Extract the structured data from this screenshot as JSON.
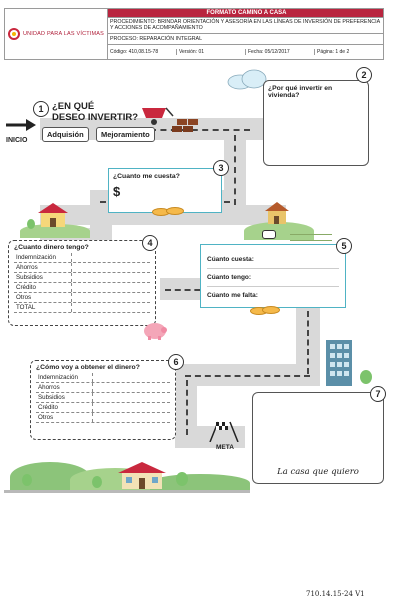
{
  "header": {
    "logo_text": "UNIDAD PARA LAS VÍCTIMAS",
    "format_title": "FORMATO CAMINO A CASA",
    "procedure": "PROCEDIMIENTO: BRINDAR ORIENTACIÓN Y ASESORÍA EN LAS LÍNEAS DE INVERSIÓN DE PREFERENCIA Y ACCIONES DE ACOMPAÑAMIENTO",
    "process": "PROCESO: REPARACIÓN INTEGRAL",
    "code": "Código: 410,08.15-78",
    "version": "Versión: 01",
    "date": "Fecha: 05/12/2017",
    "page": "Página: 1 de 2"
  },
  "start": {
    "label": "INICIO",
    "step1_num": "1",
    "step1_title_a": "¿EN QUÉ",
    "step1_title_b": "DESEO INVERTIR?",
    "option1": "Adquisión",
    "option2": "Mejoramiento"
  },
  "step2": {
    "num": "2",
    "title": "¿Por qué invertir en vivienda?"
  },
  "step3": {
    "num": "3",
    "title": "¿Cuanto me cuesta?",
    "currency": "$"
  },
  "step4": {
    "num": "4",
    "title": "¿Cuanto dinero tengo?",
    "items": [
      "Indemnización",
      "Ahorros",
      "Subsidios",
      "Crédito",
      "Otros",
      "TOTAL"
    ]
  },
  "step5": {
    "num": "5",
    "lines": [
      "Cúanto cuesta:",
      "Cúanto tengo:",
      "Cúanto me falta:"
    ]
  },
  "step6": {
    "num": "6",
    "title": "¿Cómo voy a obtener el dinero?",
    "items": [
      "Indemnización",
      "Ahorros",
      "Subsidios",
      "Crédito",
      "Otros"
    ]
  },
  "step7": {
    "num": "7",
    "caption": "La casa que quiero"
  },
  "goal": {
    "label": "META"
  },
  "footer": {
    "code": "710.14.15-24 V1"
  }
}
